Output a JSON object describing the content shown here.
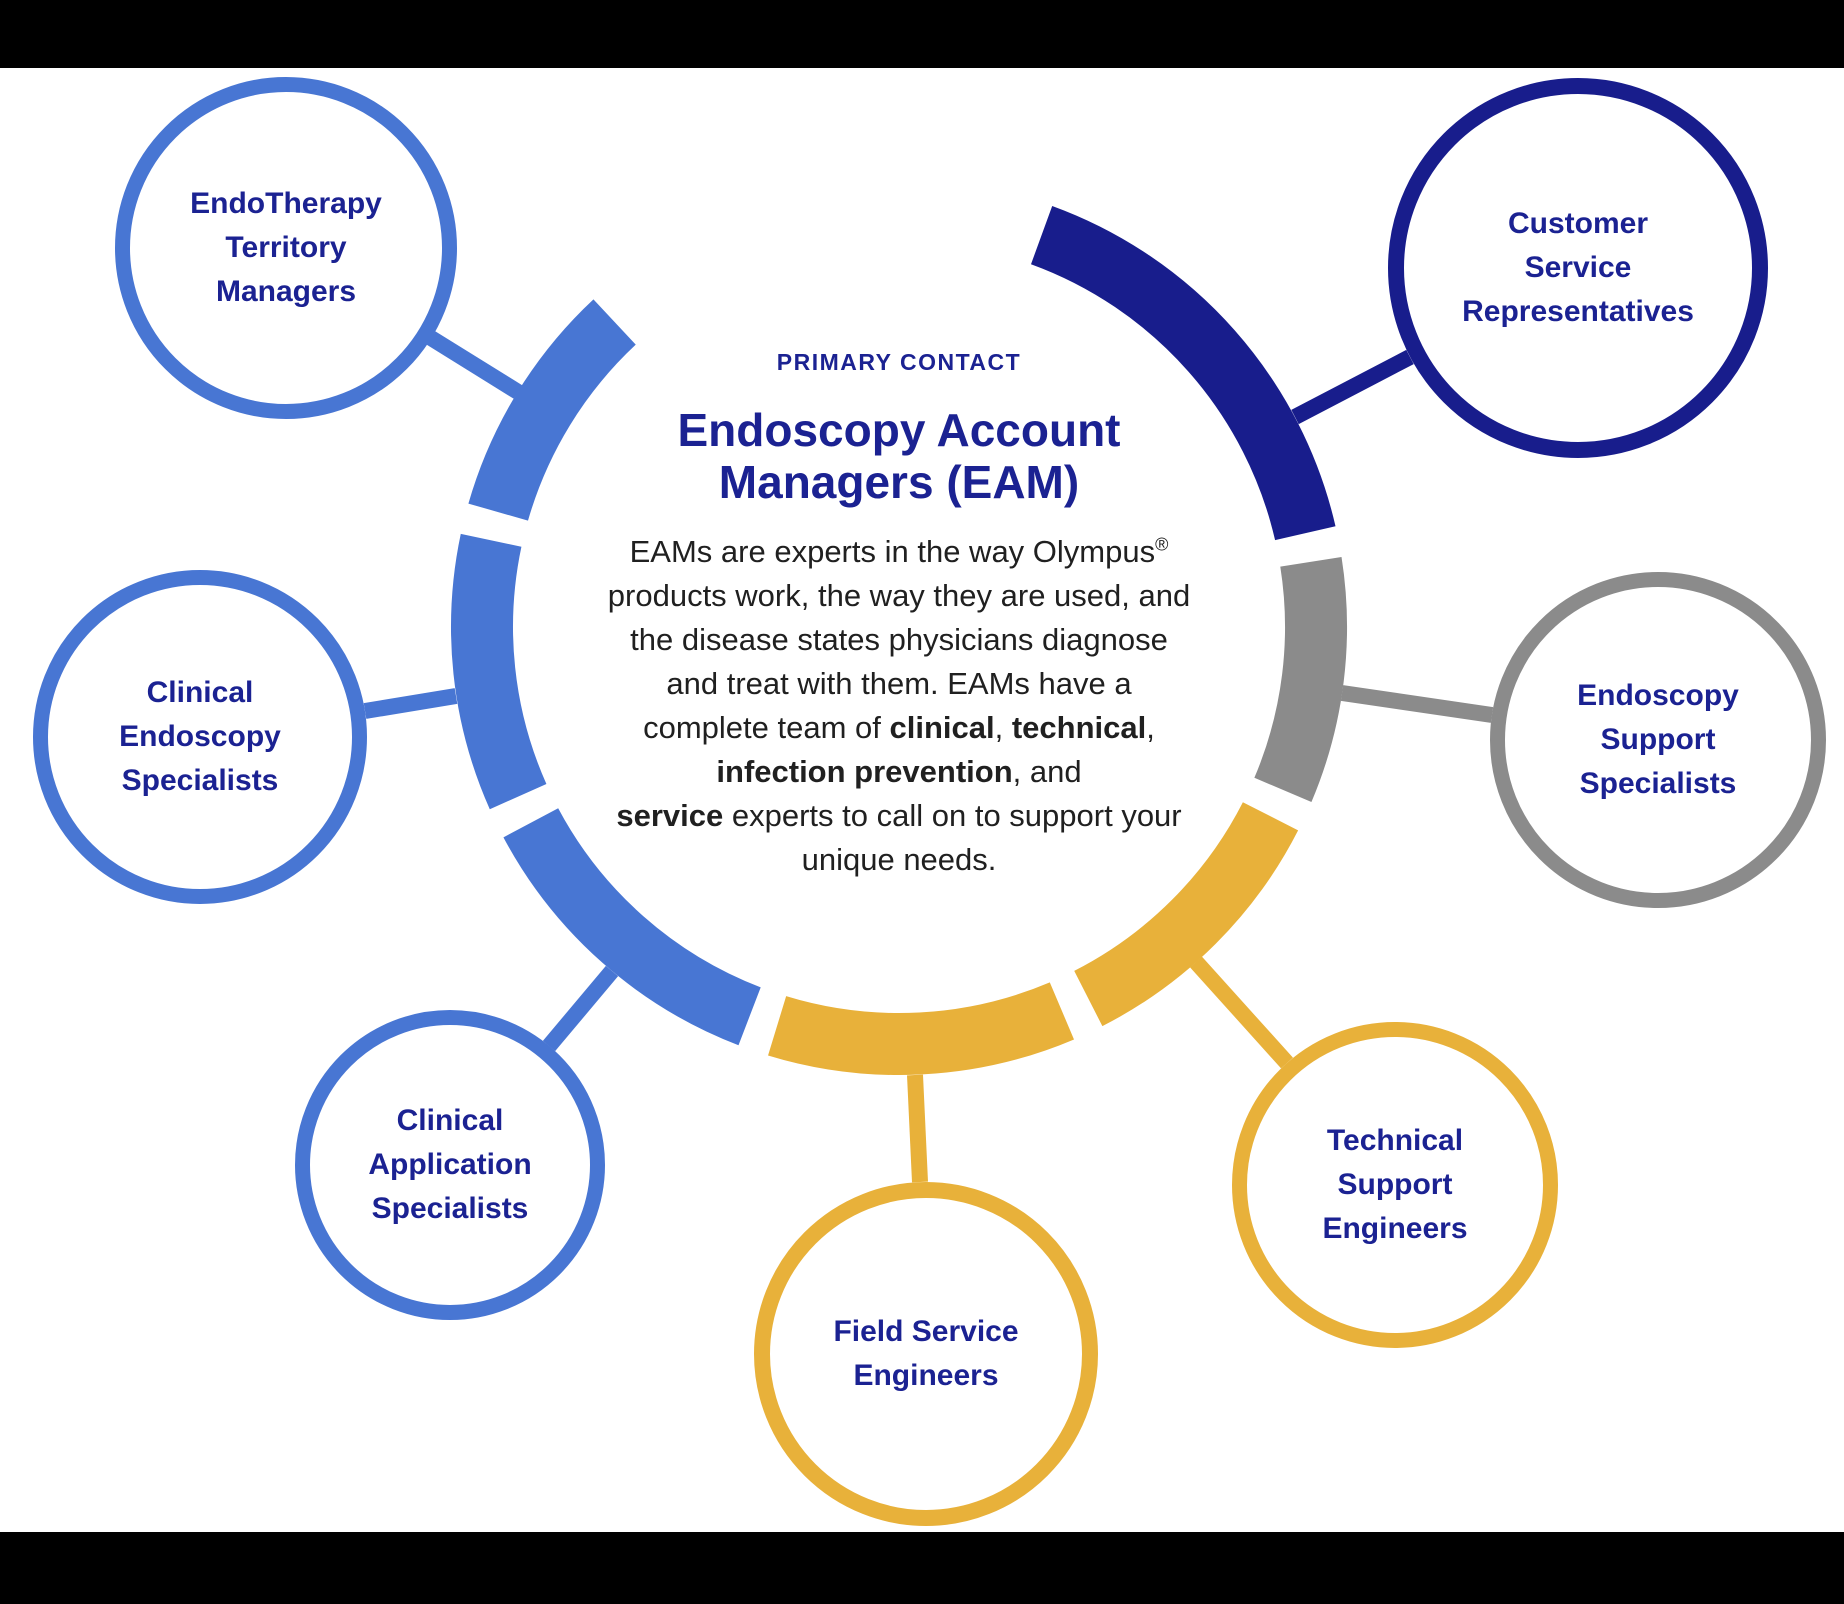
{
  "center": {
    "eyebrow": "PRIMARY CONTACT",
    "title_line1": "Endoscopy Account",
    "title_line2": "Managers (EAM)",
    "body_lines": [
      [
        {
          "t": "EAMs are experts in the way Olympus"
        },
        {
          "t": "®",
          "sup": true
        }
      ],
      [
        {
          "t": "products work, the way they are used, and"
        }
      ],
      [
        {
          "t": "the disease states physicians diagnose"
        }
      ],
      [
        {
          "t": "and treat with them. EAMs have a"
        }
      ],
      [
        {
          "t": "complete team of "
        },
        {
          "t": "clinical",
          "b": true
        },
        {
          "t": ", "
        },
        {
          "t": "technical",
          "b": true
        },
        {
          "t": ","
        }
      ],
      [
        {
          "t": "infection prevention",
          "b": true
        },
        {
          "t": ", and"
        }
      ],
      [
        {
          "t": "service",
          "b": true
        },
        {
          "t": " experts to call on to support your"
        }
      ],
      [
        {
          "t": "unique needs."
        }
      ]
    ]
  },
  "nodes": [
    {
      "id": "endotherapy",
      "lines": [
        "EndoTherapy",
        "Territory",
        "Managers"
      ],
      "color": "blue"
    },
    {
      "id": "clinical-endoscopy",
      "lines": [
        "Clinical",
        "Endoscopy",
        "Specialists"
      ],
      "color": "blue"
    },
    {
      "id": "clinical-application",
      "lines": [
        "Clinical",
        "Application",
        "Specialists"
      ],
      "color": "blue"
    },
    {
      "id": "field-service",
      "lines": [
        "Field Service",
        "Engineers"
      ],
      "color": "yellow"
    },
    {
      "id": "technical-support",
      "lines": [
        "Technical",
        "Support",
        "Engineers"
      ],
      "color": "yellow"
    },
    {
      "id": "endoscopy-support",
      "lines": [
        "Endoscopy",
        "Support",
        "Specialists"
      ],
      "color": "gray"
    },
    {
      "id": "customer-service",
      "lines": [
        "Customer",
        "Service",
        "Representatives"
      ],
      "color": "navy"
    }
  ],
  "ring_segments": [
    {
      "color": "navy",
      "linked_node": "customer-service"
    },
    {
      "color": "gray",
      "linked_node": "endoscopy-support"
    },
    {
      "color": "yellow",
      "linked_node": "technical-support"
    },
    {
      "color": "yellow",
      "linked_node": "field-service"
    },
    {
      "color": "blue",
      "linked_node": "clinical-application"
    },
    {
      "color": "blue",
      "linked_node": "clinical-endoscopy"
    },
    {
      "color": "blue",
      "linked_node": "endotherapy"
    }
  ],
  "colors": {
    "blue": "#4876D3",
    "navy": "#181D8C",
    "gray": "#8B8B8B",
    "yellow": "#E8B13A",
    "text_navy": "#1B2292",
    "body_text": "#202020",
    "background": "#FFFFFF",
    "letterbox": "#000000"
  }
}
